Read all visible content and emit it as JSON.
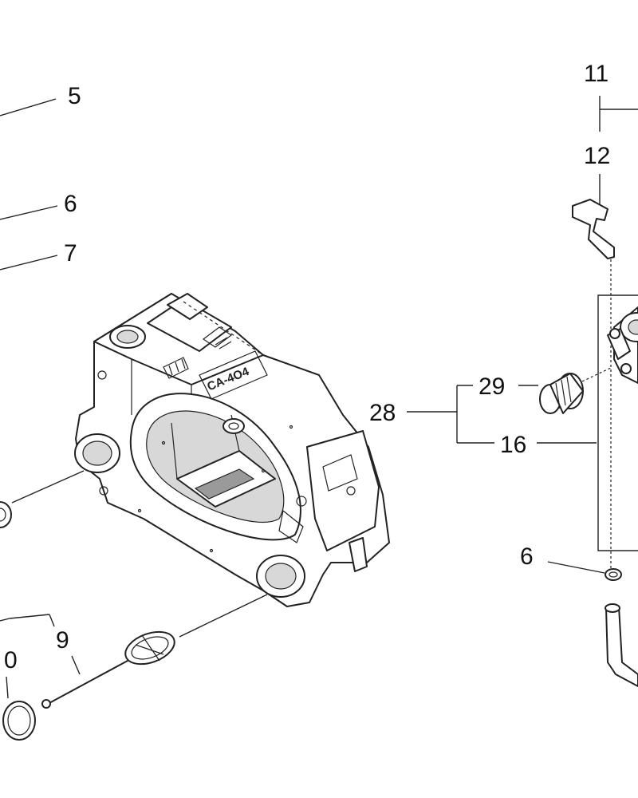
{
  "callouts": {
    "c5": "5",
    "c6a": "6",
    "c7": "7",
    "c11": "11",
    "c12": "12",
    "c29": "29",
    "c28": "28",
    "c16": "16",
    "c6b": "6",
    "c9": "9",
    "c10": "0"
  },
  "housing_marking": "CA-4O4"
}
